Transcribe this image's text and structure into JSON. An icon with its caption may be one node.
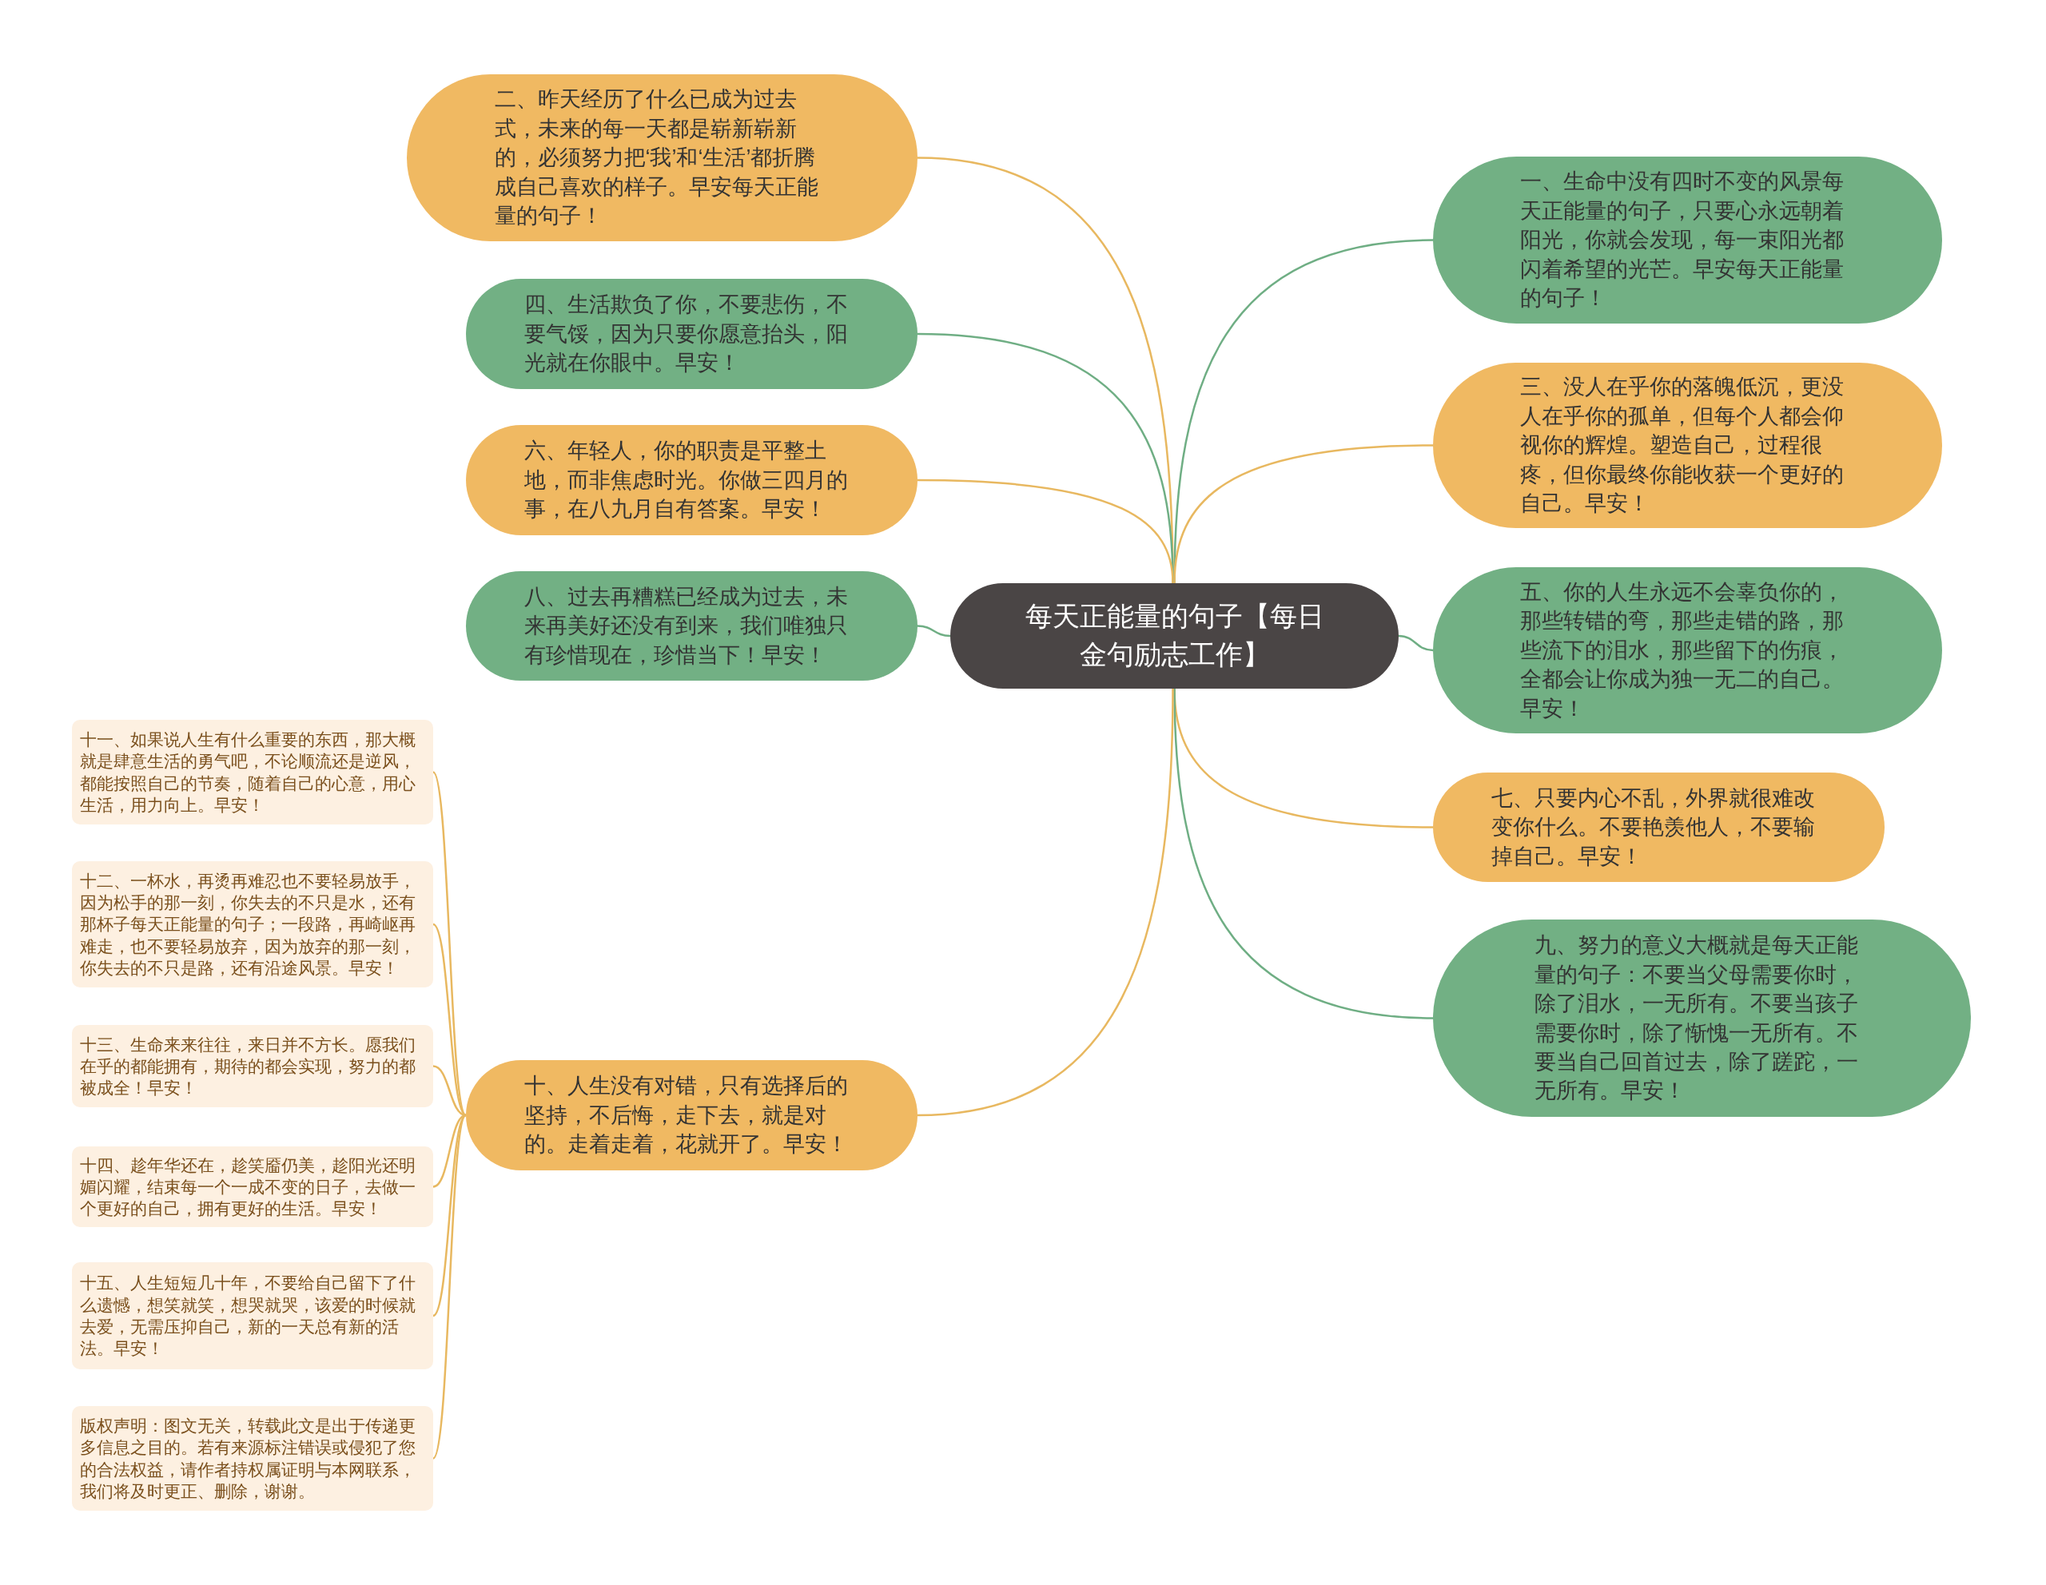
{
  "diagram": {
    "nodes": [
      {
        "text": [
          "每天正能量的句子【每日金句励志工作】"
        ]
      },
      {
        "text": [
          "一、生命中没有四时不变的风景每天正能量的句子，只要心永远朝着阳光，你就会发现，每一束阳光都闪着希望的光芒。早安每天正能量的句子！"
        ]
      },
      {
        "text": [
          "三、没人在乎你的落魄低沉，更没人在乎你的孤单，但每个人都会仰视你的辉煌。塑造自己，过程很疼，但你最终你能收获一个更好的自己。早安！"
        ]
      },
      {
        "text": [
          "五、你的人生永远不会辜负你的，那些转错的弯，那些走错的路，那些流下的泪水，那些留下的伤痕，全都会让你成为独一无二的自己。早安！"
        ]
      },
      {
        "text": [
          "七、只要内心不乱，外界就很难改变你什么。不要艳羡他人，不要输掉自己。早安！"
        ]
      },
      {
        "text": [
          "九、努力的意义大概就是每天正能量的句子：不要当父母需要你时，除了泪水，一无所有。不要当孩子需要你时，除了惭愧一无所有。不要当自己回首过去，除了蹉跎，一无所有。早安！"
        ]
      },
      {
        "text": [
          "二、昨天经历了什么已成为过去式，未来的每一天都是崭新崭新的，必须努力把‘我’和‘生活’都折腾成自己喜欢的样子。早安每天正能量的句子！"
        ]
      },
      {
        "text": [
          "四、生活欺负了你，不要悲伤，不要气馁，因为只要你愿意抬头，阳光就在你眼中。早安！"
        ]
      },
      {
        "text": [
          "六、年轻人，你的职责是平整土地，而非焦虑时光。你做三四月的事，在八九月自有答案。早安！"
        ]
      },
      {
        "text": [
          "八、过去再糟糕已经成为过去，未来再美好还没有到来，我们唯独只有珍惜现在，珍惜当下！早安！"
        ]
      },
      {
        "text": [
          "十、人生没有对错，只有选择后的坚持，不后悔，走下去，就是对的。走着走着，花就开了。早安！"
        ]
      },
      {
        "text": [
          "十一、如果说人生有什么重要的东西，那大概就是肆意生活的勇气吧，不论顺流还是逆风，都能按照自己的节奏，随着自己的心意，用心生活，用力向上。早安！"
        ]
      },
      {
        "text": [
          "十二、一杯水，再烫再难忍也不要轻易放手，因为松手的那一刻，你失去的不只是水，还有那杯子每天正能量的句子；一段路，再崎岖再难走，也不要轻易放弃，因为放弃的那一刻，你失去的不只是路，还有沿途风景。早安！"
        ]
      },
      {
        "text": [
          "十三、生命来来往往，来日并不方长。愿我们在乎的都能拥有，期待的都会实现，努力的都被成全！早安！"
        ]
      },
      {
        "text": [
          "十四、趁年华还在，趁笑靥仍美，趁阳光还明媚闪耀，结束每一个一成不变的日子，去做一个更好的自己，拥有更好的生活。早安！"
        ]
      },
      {
        "text": [
          "十五、人生短短几十年，不要给自己留下了什么遗憾，想笑就笑，想哭就哭，该爱的时候就去爱，无需压抑自己，新的一天总有新的活法。早安！"
        ]
      },
      {
        "text": [
          "版权声明：图文无关，转载此文是出于传递更多信息之目的。若有来源标注错误或侵犯了您的合法权益，请作者持权属证明与本网联系，我们将及时更正、删除，谢谢。"
        ]
      }
    ],
    "edges": [
      {
        "from": 0,
        "to": 1,
        "arrow": "none",
        "color": "#6fae84"
      },
      {
        "from": 0,
        "to": 2,
        "arrow": "none"
      },
      {
        "from": 0,
        "to": 3,
        "arrow": "none",
        "color": "#6fae84"
      },
      {
        "from": 0,
        "to": 4,
        "arrow": "none"
      },
      {
        "from": 0,
        "to": 5,
        "arrow": "none",
        "color": "#6fae84"
      },
      {
        "from": 0,
        "to": 6,
        "arrow": "none"
      },
      {
        "from": 0,
        "to": 7,
        "arrow": "none",
        "color": "#6fae84"
      },
      {
        "from": 0,
        "to": 8,
        "arrow": "none"
      },
      {
        "from": 0,
        "to": 9,
        "arrow": "none",
        "color": "#6fae84"
      },
      {
        "from": 0,
        "to": 10,
        "arrow": "none"
      },
      {
        "from": 10,
        "to": 11,
        "arrow": "none"
      },
      {
        "from": 10,
        "to": 12,
        "arrow": "none"
      },
      {
        "from": 10,
        "to": 13,
        "arrow": "none"
      },
      {
        "from": 10,
        "to": 14,
        "arrow": "none"
      },
      {
        "from": 10,
        "to": 15,
        "arrow": "none"
      },
      {
        "from": 10,
        "to": 16,
        "arrow": "none"
      }
    ]
  }
}
